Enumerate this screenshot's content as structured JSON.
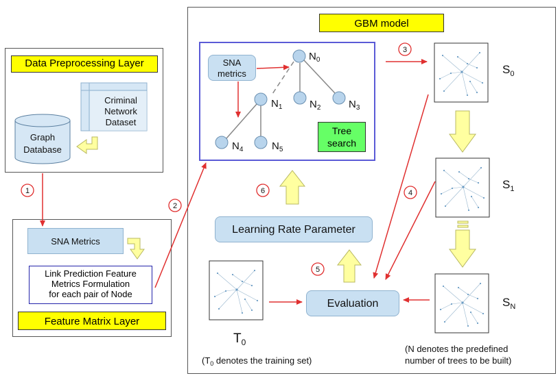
{
  "preprocessing_layer": {
    "title": "Data Preprocessing Layer",
    "dataset_lines": [
      "Criminal",
      "Network",
      "Dataset"
    ],
    "database_lines": [
      "Graph",
      "Database"
    ]
  },
  "feature_layer": {
    "sna_metrics": "SNA Metrics",
    "link_prediction_lines": [
      "Link Prediction Feature",
      "Metrics Formulation",
      "for each pair of Node"
    ],
    "title": "Feature Matrix Layer"
  },
  "gbm": {
    "title": "GBM model",
    "tree_box": {
      "sna_lines": [
        "SNA",
        "metrics"
      ],
      "tree_search_lines": [
        "Tree",
        "search"
      ],
      "nodes": [
        {
          "id": "N0",
          "base": "N",
          "sub": "0"
        },
        {
          "id": "N1",
          "base": "N",
          "sub": "1"
        },
        {
          "id": "N2",
          "base": "N",
          "sub": "2"
        },
        {
          "id": "N3",
          "base": "N",
          "sub": "3"
        },
        {
          "id": "N4",
          "base": "N",
          "sub": "4"
        },
        {
          "id": "N5",
          "base": "N",
          "sub": "5"
        }
      ]
    },
    "learning_rate": "Learning Rate Parameter",
    "evaluation": "Evaluation",
    "training": {
      "base": "T",
      "sub": "0"
    },
    "stages": [
      {
        "base": "S",
        "sub": "0"
      },
      {
        "base": "S",
        "sub": "1"
      },
      {
        "base": "S",
        "sub": "N"
      }
    ],
    "training_note_parts": [
      "(T",
      "0",
      " denotes the training set)"
    ],
    "n_note_lines": [
      "(N denotes the predefined",
      "number of trees to be built)"
    ]
  },
  "steps": [
    "1",
    "2",
    "3",
    "4",
    "5",
    "6"
  ],
  "colors": {
    "arrow": "#e03030",
    "yellow": "#ffff00",
    "block_arrow": "#ffffa0",
    "blue_fill": "#c9e0f2",
    "node_fill": "#b8d4ec",
    "tree_border": "#5a5ad6",
    "tree_search": "#66ff66"
  }
}
